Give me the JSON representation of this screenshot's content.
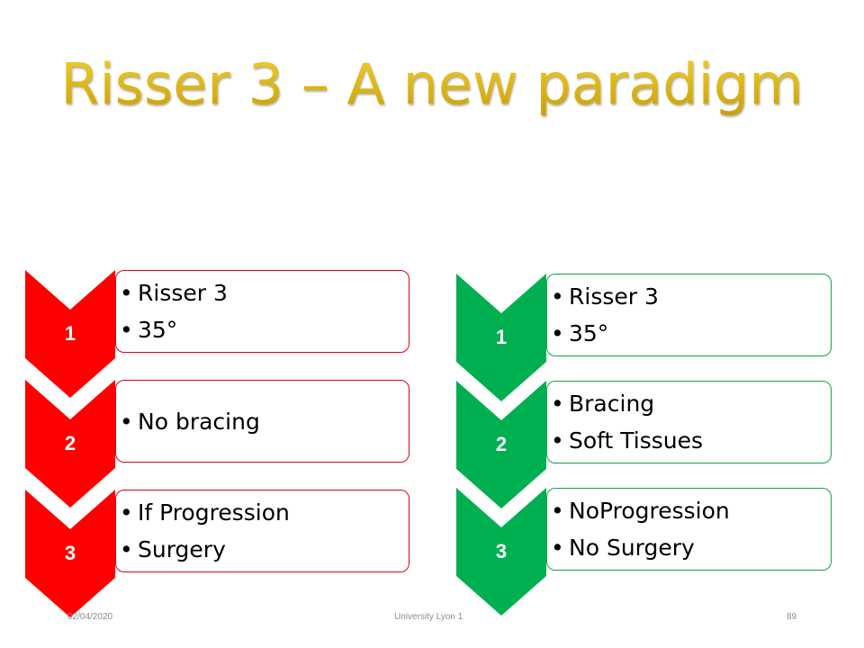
{
  "title": "Risser 3 – A new paradigm",
  "colors": {
    "left": "#ff0000",
    "right": "#00b050",
    "title": "#d4a800"
  },
  "left_steps": [
    {
      "number": "1",
      "bullets": [
        "Risser 3",
        "35°"
      ]
    },
    {
      "number": "2",
      "bullets": [
        "No bracing"
      ]
    },
    {
      "number": "3",
      "bullets": [
        "If Progression",
        "Surgery"
      ]
    }
  ],
  "right_steps": [
    {
      "number": "1",
      "bullets": [
        "Risser 3",
        "35°"
      ]
    },
    {
      "number": "2",
      "bullets": [
        "Bracing",
        "Soft Tissues"
      ]
    },
    {
      "number": "3",
      "bullets": [
        "NoProgression",
        "No Surgery"
      ]
    }
  ],
  "footer": {
    "date": "02/04/2020",
    "center": "University Lyon 1",
    "page": "89"
  }
}
